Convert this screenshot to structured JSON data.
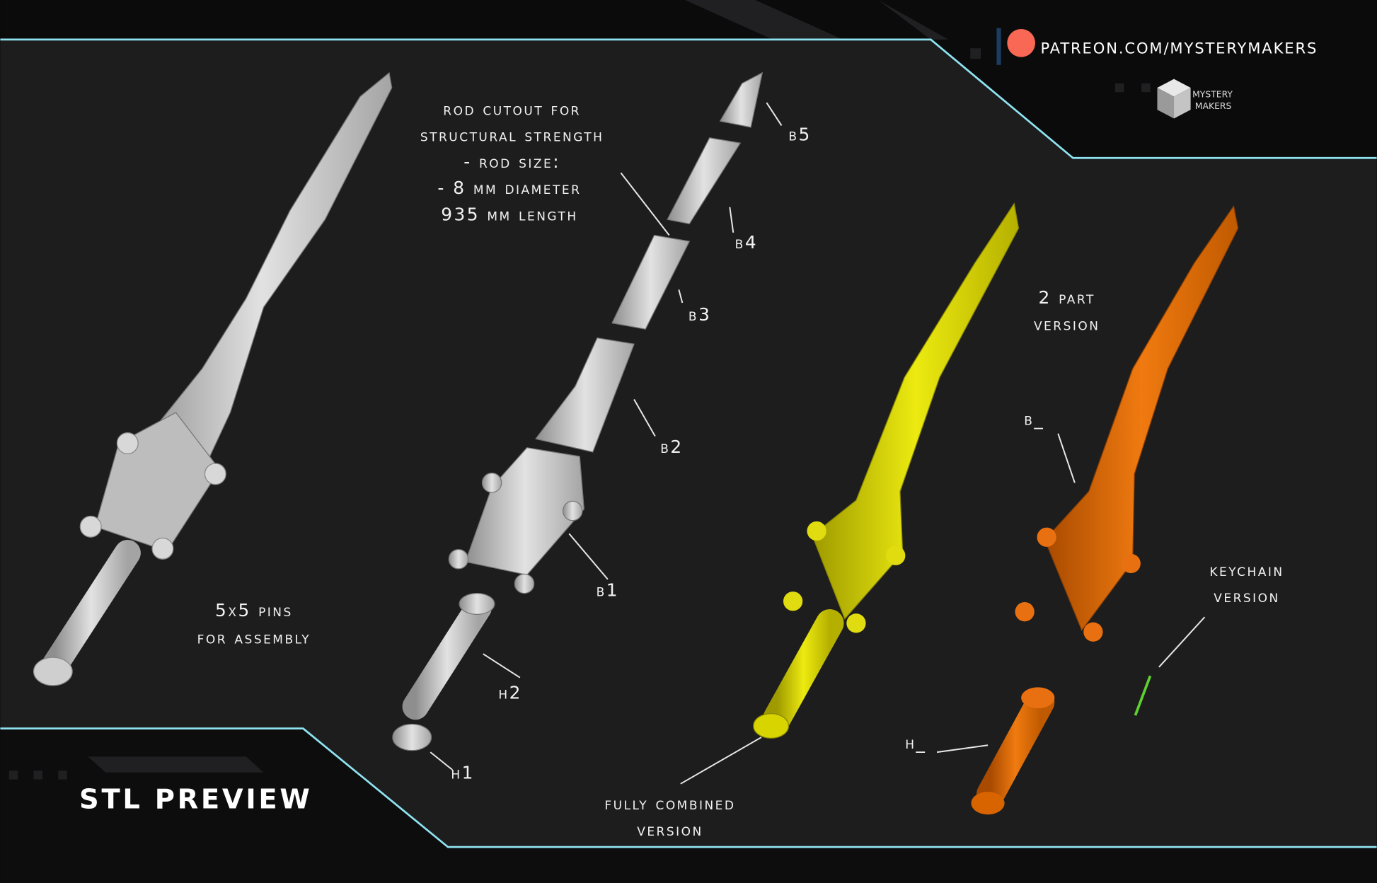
{
  "header": {
    "patreon_link": "PATREON.COM/MYSTERYMAKERS",
    "logo_text": [
      "MYSTERY",
      "MAKERS"
    ]
  },
  "title": "STL PREVIEW",
  "notes": {
    "rod": [
      "rod cutout for",
      "structural strength",
      "- rod size:",
      "- 8 mm diameter",
      "935 mm length"
    ],
    "pins": [
      "5x5 pins",
      "for assembly"
    ],
    "two_part": [
      "2 part",
      "version"
    ],
    "keychain": [
      "keychain",
      "version"
    ],
    "combined": [
      "fully combined",
      "version"
    ]
  },
  "parts": {
    "b5": "b5",
    "b4": "b4",
    "b3": "b3",
    "b2": "b2",
    "b1": "b1",
    "h2": "h2",
    "h1": "h1",
    "b": "b_",
    "h": "h_"
  },
  "colors": {
    "accent_line": "#8fe3f0",
    "patreon": "#f96854",
    "yellow": "#d8d400",
    "orange": "#e06a00",
    "gray": "#c8c8c8",
    "keychain": "#5fd030"
  }
}
